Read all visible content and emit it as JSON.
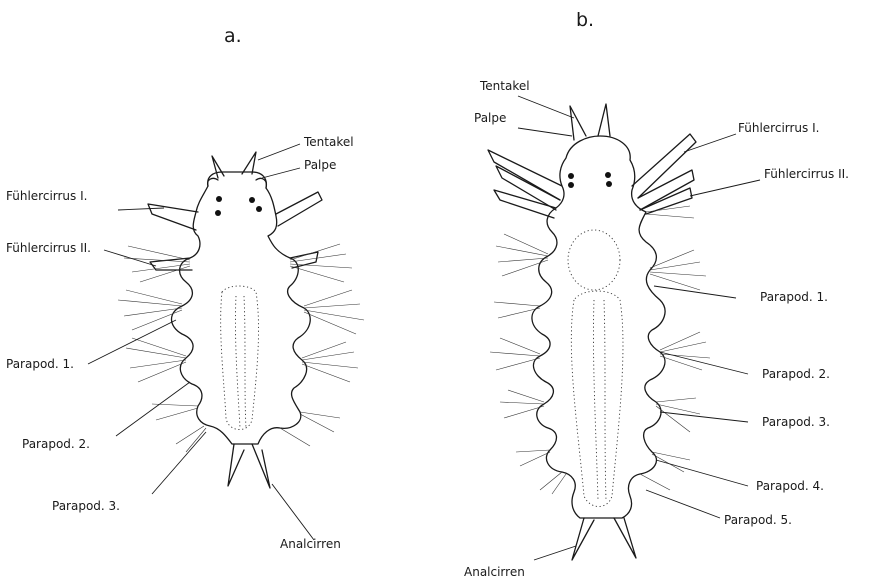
{
  "panels": {
    "a": {
      "title": "a.",
      "labels": {
        "tentakel": "Tentakel",
        "palpe": "Palpe",
        "fuehlercirrus_1": "Fühlercirrus I.",
        "fuehlercirrus_2": "Fühlercirrus II.",
        "parapod_1": "Parapod. 1.",
        "parapod_2": "Parapod. 2.",
        "parapod_3": "Parapod. 3.",
        "analcirren": "Analcirren"
      }
    },
    "b": {
      "title": "b.",
      "labels": {
        "tentakel": "Tentakel",
        "palpe": "Palpe",
        "fuehlercirrus_1": "Fühlercirrus I.",
        "fuehlercirrus_2": "Fühlercirrus II.",
        "parapod_1": "Parapod. 1.",
        "parapod_2": "Parapod. 2.",
        "parapod_3": "Parapod. 3.",
        "parapod_4": "Parapod. 4.",
        "parapod_5": "Parapod. 5.",
        "analcirren": "Analcirren"
      }
    }
  }
}
